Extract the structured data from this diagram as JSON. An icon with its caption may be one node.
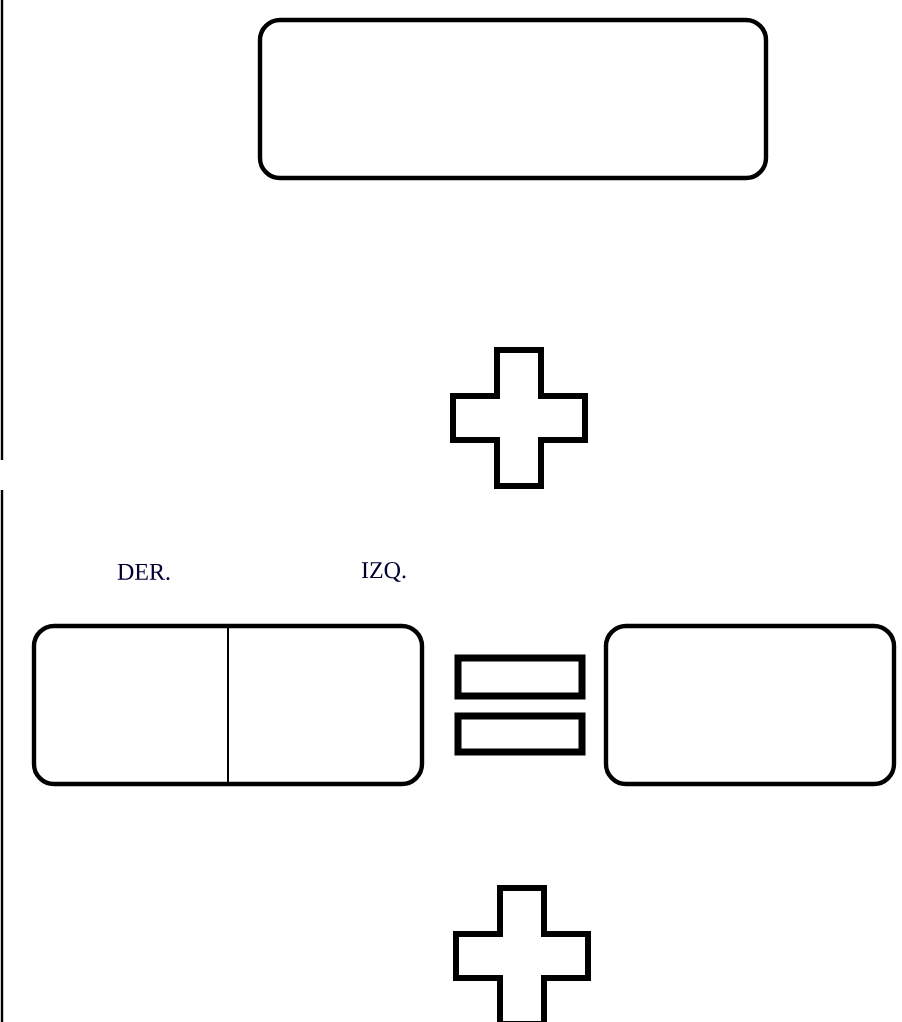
{
  "diagram": {
    "nodes": [
      {
        "text": [],
        "shape": "box"
      },
      {
        "text": [],
        "shape": "box"
      },
      {
        "text": [],
        "shape": "box"
      }
    ],
    "labels": [
      "DER.",
      "IZQ."
    ]
  }
}
